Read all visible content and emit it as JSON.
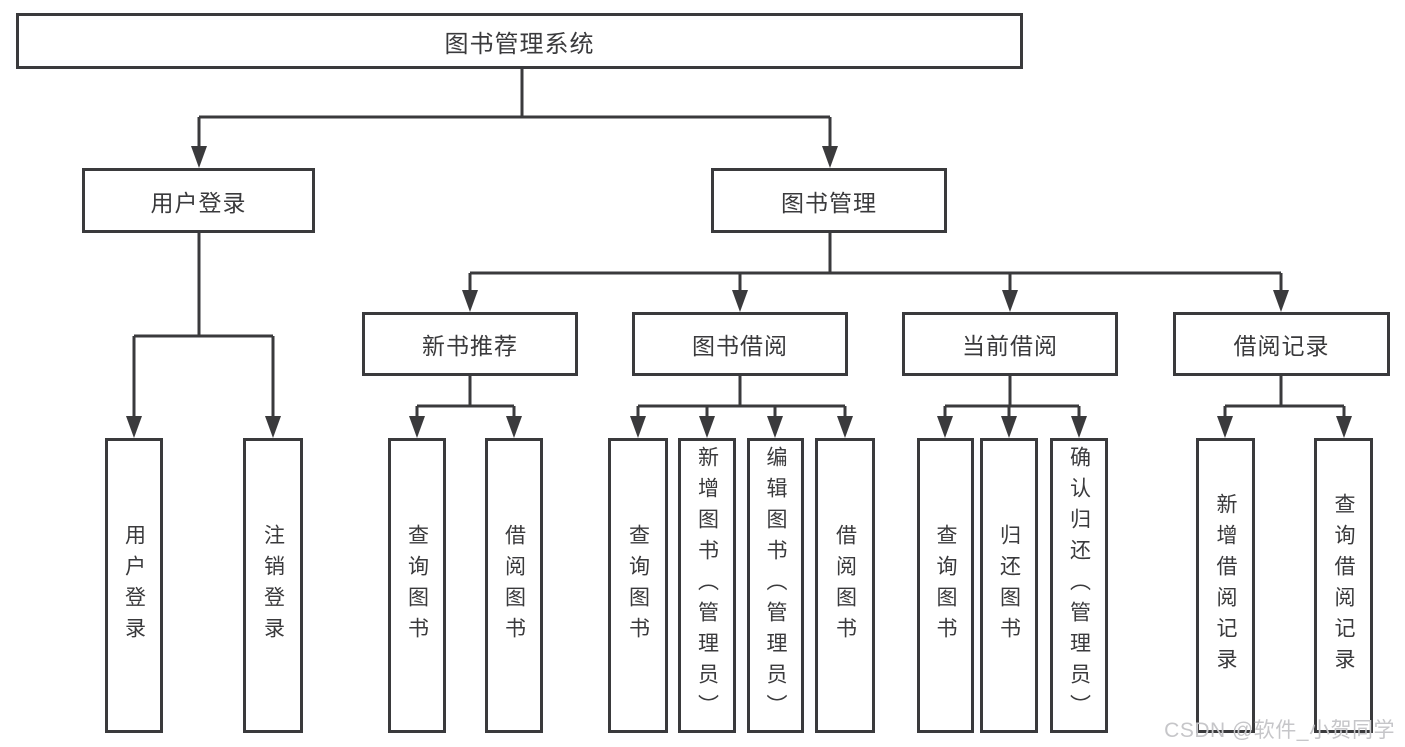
{
  "diagram": {
    "title": "图书管理系统",
    "level2": [
      {
        "label": "用户登录",
        "leaves": [
          "用户登录",
          "注销登录"
        ]
      },
      {
        "label": "图书管理",
        "sections": [
          {
            "label": "新书推荐",
            "leaves": [
              "查询图书",
              "借阅图书"
            ]
          },
          {
            "label": "图书借阅",
            "leaves": [
              "查询图书",
              "新增图书（管理员）",
              "编辑图书（管理员）",
              "借阅图书"
            ]
          },
          {
            "label": "当前借阅",
            "leaves": [
              "查询图书",
              "归还图书",
              "确认归还（管理员）"
            ]
          },
          {
            "label": "借阅记录",
            "leaves": [
              "新增借阅记录",
              "查询借阅记录"
            ]
          }
        ]
      }
    ]
  },
  "watermark": {
    "text": "CSDN @软件_小贺同学"
  },
  "colors": {
    "line": "#3a3a3c",
    "text": "#3a3a3c",
    "background": "#ffffff",
    "watermark": "#c6c6c9"
  }
}
